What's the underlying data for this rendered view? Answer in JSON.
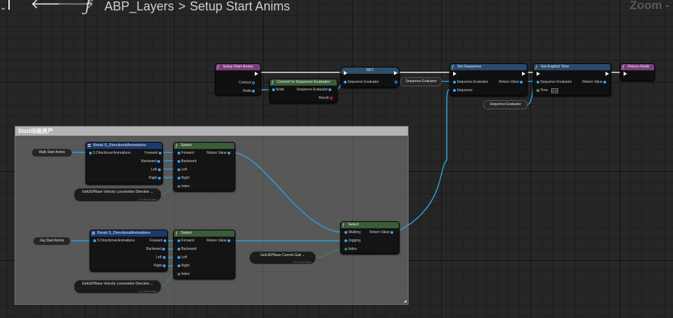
{
  "topbar": {
    "breadcrumb_root": "ABP_Layers",
    "breadcrumb_separator": ">",
    "breadcrumb_current": "Setup Start Anims",
    "function_symbol": "ƒ",
    "zoom_label": "Zoom -"
  },
  "comment": {
    "title": "Start动画资产"
  },
  "nodes": {
    "setup_start_anims": {
      "title": "Setup Start Anims",
      "pins": [
        "Context",
        "Node"
      ]
    },
    "convert_seq": {
      "title": "Convert to Sequence Evaluator",
      "pins_in": [
        "Node"
      ],
      "pins_out": [
        "Sequence Evaluator",
        "Result"
      ]
    },
    "set_node": {
      "title": "SET",
      "pin_in": "Sequence Evaluator"
    },
    "seq_eval_var_1": {
      "label": "Sequence Evaluator"
    },
    "set_sequence": {
      "title": "Set Sequence",
      "pins_in": [
        "Sequence Evaluator",
        "Sequence"
      ],
      "pin_out": "Return Value"
    },
    "seq_eval_var_2": {
      "label": "Sequence Evaluator"
    },
    "set_explicit_time": {
      "title": "Set Explicit Time",
      "pins_in": [
        "Sequence Evaluator",
        "Time"
      ],
      "pin_out": "Return Value",
      "time_value": "0.0"
    },
    "return_node": {
      "title": "Return Node"
    },
    "walk_start_anims": {
      "label": "Walk Start Anims"
    },
    "break_walk": {
      "title": "Break S_DirectionalAnimations",
      "pin_in": "S Directional Animations",
      "pins_out": [
        "Forward",
        "Backward",
        "Left",
        "Right"
      ]
    },
    "select_walk": {
      "title": "Select",
      "pins_in": [
        "Forward",
        "Backward",
        "Left",
        "Right",
        "Index"
      ],
      "pin_out": "Return Value"
    },
    "velocity_dir_1": {
      "label": "GetUEPBase Velocity Locomotion Direction",
      "sub": "(For Show Data)"
    },
    "jog_start_anims": {
      "label": "Jog Start Anims"
    },
    "break_jog": {
      "title": "Break S_DirectionalAnimations",
      "pin_in": "S Directional Animations",
      "pins_out": [
        "Forward",
        "Backward",
        "Left",
        "Right"
      ]
    },
    "select_jog": {
      "title": "Select",
      "pins_in": [
        "Forward",
        "Backward",
        "Left",
        "Right",
        "Index"
      ],
      "pin_out": "Return Value"
    },
    "velocity_dir_2": {
      "label": "GetUEPBase Velocity Locomotion Direction",
      "sub": "(For Show Data)"
    },
    "gait_node": {
      "label": "GetUEPBase Current Gait",
      "sub": "(For Show Data)"
    },
    "select_final": {
      "title": "Select",
      "pins_in": [
        "Walking",
        "Jogging",
        "Index"
      ],
      "pin_out": "Return Value"
    }
  },
  "colors": {
    "function_header": "#7a3e7a",
    "pure_header": "#3a5c3a",
    "set_header": "#2f4f6a",
    "struct_header": "#1c3a6e",
    "wire_blue": "#2b9fd6",
    "wire_green": "#3b7e6a",
    "exec_wire": "#e8e8e8"
  }
}
